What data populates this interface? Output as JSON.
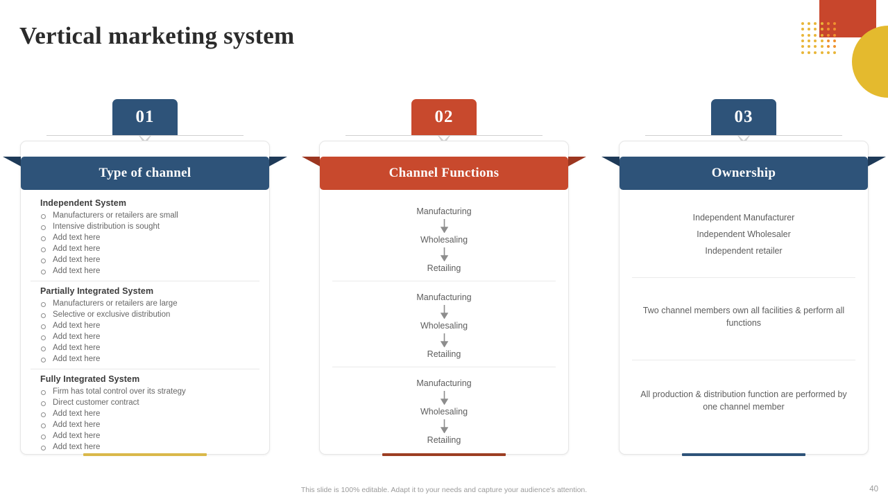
{
  "title": "Vertical marketing system",
  "decor": {
    "rect_color": "#c8462c",
    "circle_color": "#e4ba2e",
    "dot_color": "#e9b63a",
    "dot_color_on_red": "#f0922f"
  },
  "colors": {
    "blue": "#2e5379",
    "blue_dark": "#1e3a58",
    "red": "#c8492d",
    "red_dark": "#9c3620",
    "gold_accent": "#d9b84a",
    "red_accent": "#9c3e23",
    "blue_accent": "#2e5379"
  },
  "columns": [
    {
      "number": "01",
      "badge_color": "blue",
      "ribbon_color": "blue",
      "heading": "Type of channel",
      "accent_color": "#d9b84a",
      "type": "list",
      "groups": [
        {
          "title": "Independent System",
          "items": [
            "Manufacturers or retailers are small",
            "Intensive distribution is sought",
            "Add text here",
            "Add text here",
            "Add text here",
            "Add text here"
          ]
        },
        {
          "title": "Partially Integrated System",
          "items": [
            "Manufacturers or retailers are large",
            "Selective or exclusive distribution",
            "Add text here",
            "Add text here",
            "Add text here",
            "Add text here"
          ]
        },
        {
          "title": "Fully Integrated System",
          "items": [
            "Firm has total control over its strategy",
            "Direct customer contract",
            "Add text here",
            "Add text here",
            "Add text here",
            "Add text here"
          ]
        }
      ]
    },
    {
      "number": "02",
      "badge_color": "red",
      "ribbon_color": "red",
      "heading": "Channel Functions",
      "accent_color": "#9c3e23",
      "type": "flow",
      "blocks": [
        {
          "steps": [
            "Manufacturing",
            "Wholesaling",
            "Retailing"
          ]
        },
        {
          "steps": [
            "Manufacturing",
            "Wholesaling",
            "Retailing"
          ]
        },
        {
          "steps": [
            "Manufacturing",
            "Wholesaling",
            "Retailing"
          ]
        }
      ]
    },
    {
      "number": "03",
      "badge_color": "blue",
      "ribbon_color": "blue",
      "heading": "Ownership",
      "accent_color": "#2e5379",
      "type": "ownership",
      "blocks": [
        {
          "lines": [
            "Independent Manufacturer",
            "Independent Wholesaler",
            "Independent retailer"
          ]
        },
        {
          "paragraph": "Two channel members own all facilities & perform all functions"
        },
        {
          "paragraph": "All production & distribution function are performed by one channel member"
        }
      ]
    }
  ],
  "footer": {
    "note": "This slide is 100% editable. Adapt it to your needs and capture your audience's attention.",
    "page_number": "40"
  }
}
